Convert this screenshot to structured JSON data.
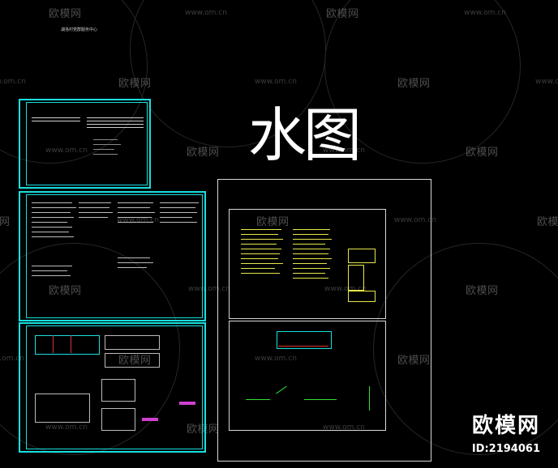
{
  "header": {
    "project_name": "湖洛村党群服务中心"
  },
  "big_title": "水图",
  "watermark": {
    "logo_text": "欧模网",
    "url_text": "www.om.cn"
  },
  "brand": {
    "name": "欧模网",
    "id": "ID:2194061"
  },
  "colors": {
    "background": "#000000",
    "sheet_border": "#18e0e0",
    "text_yellow": "#e6e64a",
    "frame_white": "#d8d8d8"
  }
}
